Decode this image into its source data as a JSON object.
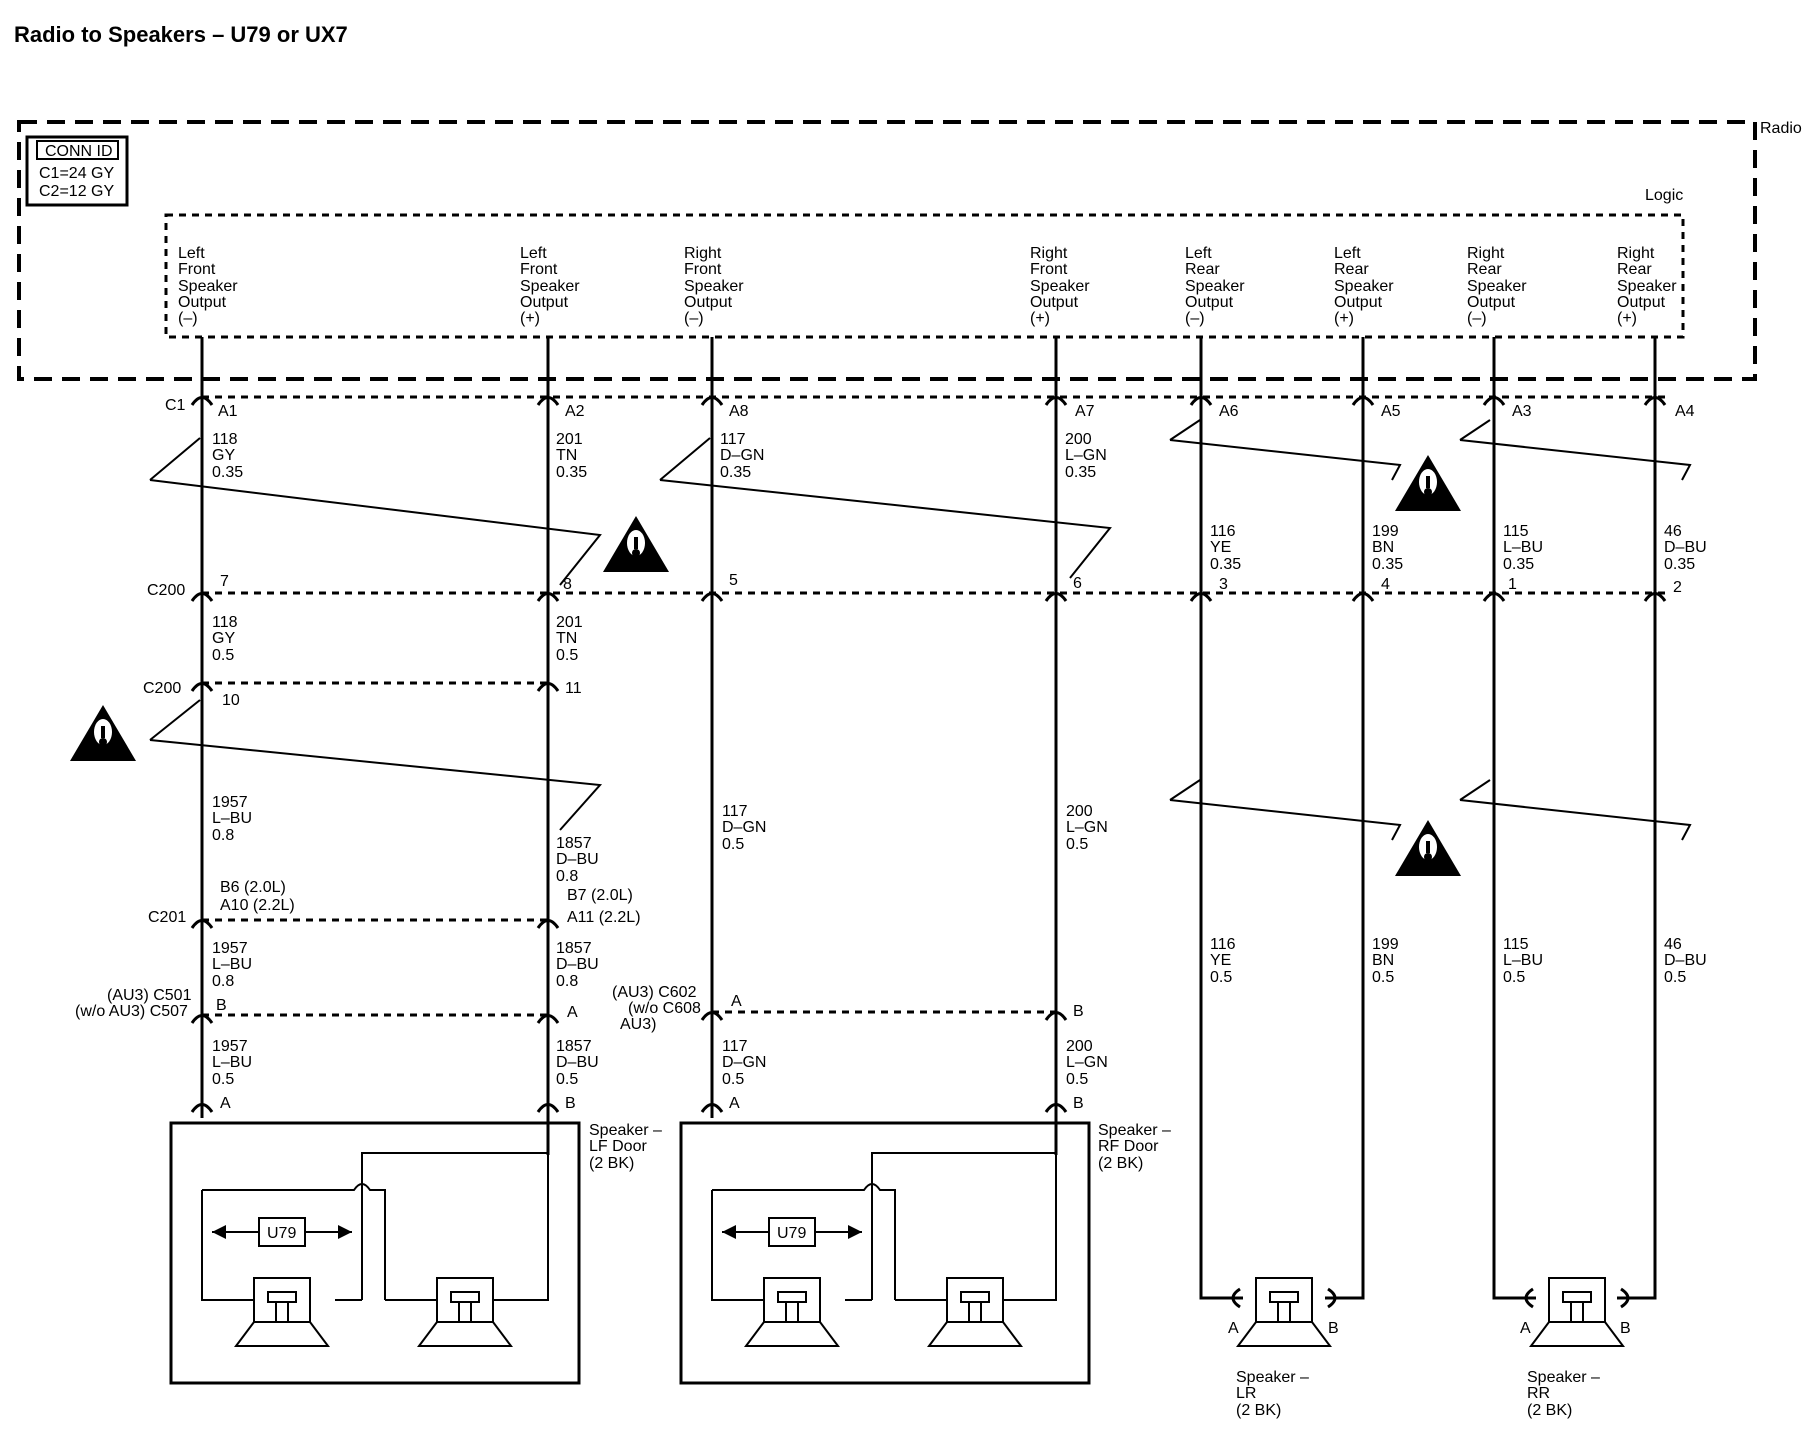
{
  "title": "Radio to Speakers – U79 or UX7",
  "radio": {
    "label": "Radio",
    "logic_label": "Logic",
    "conn_id": {
      "header": "CONN ID",
      "c1": "C1=24 GY",
      "c2": "C2=12 GY"
    },
    "outputs": [
      {
        "lines": [
          "Left",
          "Front",
          "Speaker",
          "Output",
          "(–)"
        ],
        "pin": "A1"
      },
      {
        "lines": [
          "Left",
          "Front",
          "Speaker",
          "Output",
          "(+)"
        ],
        "pin": "A2"
      },
      {
        "lines": [
          "Right",
          "Front",
          "Speaker",
          "Output",
          "(–)"
        ],
        "pin": "A8"
      },
      {
        "lines": [
          "Right",
          "Front",
          "Speaker",
          "Output",
          "(+)"
        ],
        "pin": "A7"
      },
      {
        "lines": [
          "Left",
          "Rear",
          "Speaker",
          "Output",
          "(–)"
        ],
        "pin": "A6"
      },
      {
        "lines": [
          "Left",
          "Rear",
          "Speaker",
          "Output",
          "(+)"
        ],
        "pin": "A5"
      },
      {
        "lines": [
          "Right",
          "Rear",
          "Speaker",
          "Output",
          "(–)"
        ],
        "pin": "A3"
      },
      {
        "lines": [
          "Right",
          "Rear",
          "Speaker",
          "Output",
          "(+)"
        ],
        "pin": "A4"
      }
    ]
  },
  "connectors": {
    "c1": "C1",
    "c200_top": "C200",
    "c200_top_pins": [
      "7",
      "8",
      "5",
      "6",
      "3",
      "4",
      "1",
      "2"
    ],
    "c200_mid": "C200",
    "c200_mid_pins": [
      "10",
      "11"
    ],
    "c201": "C201",
    "c201_left_pin": [
      "B6 (2.0L)",
      "A10 (2.2L)"
    ],
    "c201_right_pin": [
      "B7 (2.0L)",
      "A11 (2.2L)"
    ],
    "c501_label": [
      "(AU3) C501",
      "(w/o AU3) C507"
    ],
    "c501_pins": [
      "B",
      "A"
    ],
    "c602_label": [
      "(AU3) C602",
      "(w/o  C608",
      "AU3)"
    ],
    "c602_pins": [
      "A",
      "B"
    ],
    "speaker_pins_lf": [
      "A",
      "B"
    ],
    "speaker_pins_rf": [
      "A",
      "B"
    ],
    "speaker_pins_lr": [
      "A",
      "B"
    ],
    "speaker_pins_rr": [
      "A",
      "B"
    ]
  },
  "wires": {
    "w_a1_top": [
      "118",
      "GY",
      "0.35"
    ],
    "w_a2_top": [
      "201",
      "TN",
      "0.35"
    ],
    "w_a8_top": [
      "117",
      "D–GN",
      "0.35"
    ],
    "w_a7_top": [
      "200",
      "L–GN",
      "0.35"
    ],
    "w_a6_top": [
      "116",
      "YE",
      "0.35"
    ],
    "w_a5_top": [
      "199",
      "BN",
      "0.35"
    ],
    "w_a3_top": [
      "115",
      "L–BU",
      "0.35"
    ],
    "w_a4_top": [
      "46",
      "D–BU",
      "0.35"
    ],
    "w_lf_m_1": [
      "118",
      "GY",
      "0.5"
    ],
    "w_lf_p_1": [
      "201",
      "TN",
      "0.5"
    ],
    "w_lf_m_2": [
      "1957",
      "L–BU",
      "0.8"
    ],
    "w_lf_p_2": [
      "1857",
      "D–BU",
      "0.8"
    ],
    "w_lf_m_3": [
      "1957",
      "L–BU",
      "0.8"
    ],
    "w_lf_p_3": [
      "1857",
      "D–BU",
      "0.8"
    ],
    "w_lf_m_4": [
      "1957",
      "L–BU",
      "0.5"
    ],
    "w_lf_p_4": [
      "1857",
      "D–BU",
      "0.5"
    ],
    "w_rf_m_1": [
      "117",
      "D–GN",
      "0.5"
    ],
    "w_rf_p_1": [
      "200",
      "L–GN",
      "0.5"
    ],
    "w_rf_m_2": [
      "117",
      "D–GN",
      "0.5"
    ],
    "w_rf_p_2": [
      "200",
      "L–GN",
      "0.5"
    ],
    "w_lr_m": [
      "116",
      "YE",
      "0.5"
    ],
    "w_lr_p": [
      "199",
      "BN",
      "0.5"
    ],
    "w_rr_m": [
      "115",
      "L–BU",
      "0.5"
    ],
    "w_rr_p": [
      "46",
      "D–BU",
      "0.5"
    ]
  },
  "speakers": {
    "lf": {
      "lines": [
        "Speaker –",
        "LF Door",
        "(2 BK)"
      ],
      "option": "U79"
    },
    "rf": {
      "lines": [
        "Speaker –",
        "RF Door",
        "(2 BK)"
      ],
      "option": "U79"
    },
    "lr": {
      "lines": [
        "Speaker –",
        "LR",
        "(2 BK)"
      ]
    },
    "rr": {
      "lines": [
        "Speaker –",
        "RR",
        "(2 BK)"
      ]
    }
  },
  "icons": [
    "warning-icon",
    "speaker-icon",
    "double-arrow-icon"
  ]
}
